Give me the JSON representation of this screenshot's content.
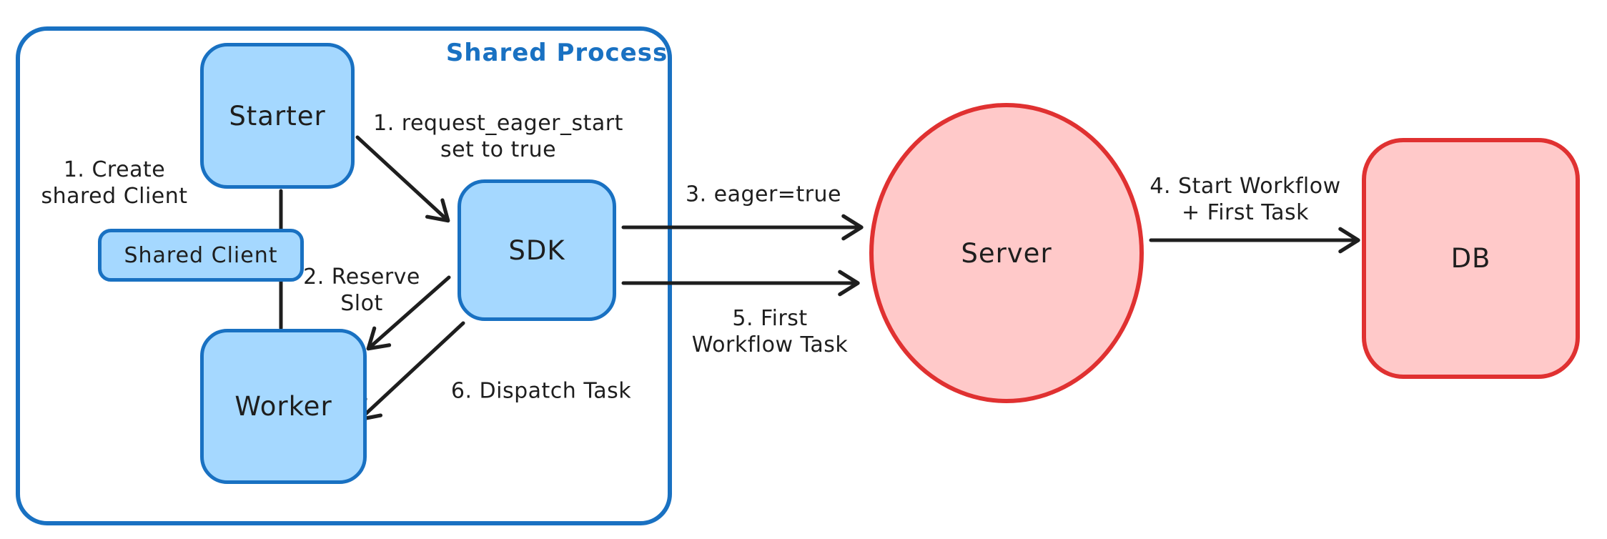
{
  "diagram": {
    "container_label": "Shared Process",
    "nodes": {
      "starter": "Starter",
      "shared_client": "Shared Client",
      "worker": "Worker",
      "sdk": "SDK",
      "server": "Server",
      "db": "DB"
    },
    "annotations": {
      "create_client_line1": "1. Create",
      "create_client_line2": "shared Client",
      "request_eager_line1": "1. request_eager_start",
      "request_eager_line2": "set to true",
      "reserve_line1": "2. Reserve",
      "reserve_line2": "Slot",
      "eager_true": "3. eager=true",
      "start_workflow_line1": "4. Start Workflow",
      "start_workflow_line2": "+ First Task",
      "first_task_line1": "5. First",
      "first_task_line2": "Workflow Task",
      "dispatch_task": "6. Dispatch Task"
    },
    "colors": {
      "blue_stroke": "#1971c2",
      "blue_fill": "#a5d8ff",
      "red_stroke": "#e03131",
      "red_fill": "#ffc9c9",
      "ink": "#1e1e1e",
      "background": "#ffffff"
    }
  }
}
